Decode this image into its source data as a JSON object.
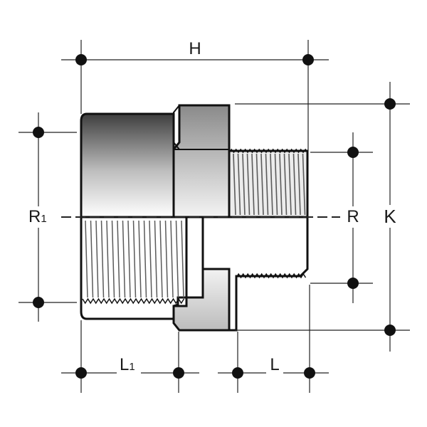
{
  "diagram": {
    "labels": {
      "h": "H",
      "k": "K",
      "r1_main": "R",
      "r1_sub": "1",
      "r": "R",
      "l1_main": "L",
      "l1_sub": "1",
      "l": "L"
    },
    "colors": {
      "outline": "#111111",
      "dimension_line": "#222222",
      "body_dark": "#4a4a4a",
      "body_light": "#ffffff",
      "thread": "#5a5a5a",
      "section_fill": "#d9d9d9"
    }
  }
}
